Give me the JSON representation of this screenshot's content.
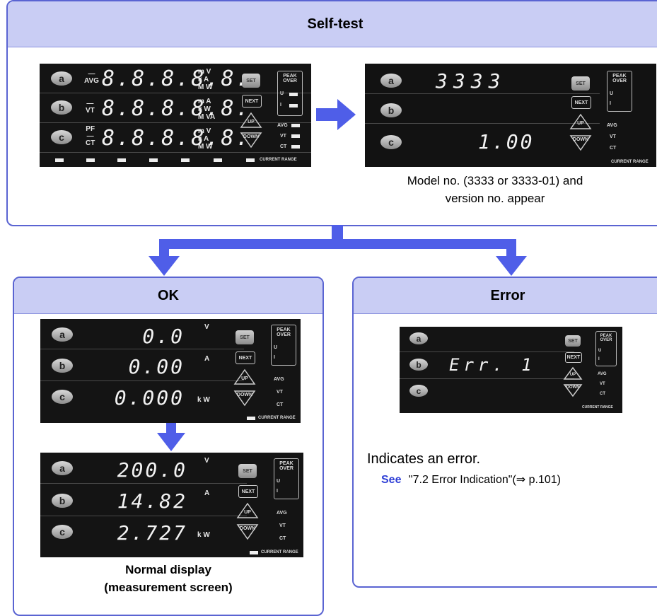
{
  "selftest": {
    "title": "Self-test",
    "caption_line1": "Model no. (3333 or 3333-01) and",
    "caption_line2": "version no. appear"
  },
  "ok": {
    "title": "OK",
    "caption_line1": "Normal display",
    "caption_line2": "(measurement screen)"
  },
  "error": {
    "title": "Error",
    "message": "Indicates an error.",
    "see_label": "See",
    "see_text": "\"7.2  Error Indication\"(⇒ p.101)"
  },
  "panels": {
    "channels": [
      "a",
      "b",
      "c"
    ],
    "buttons": {
      "set": "SET",
      "next": "NEXT",
      "up": "UP",
      "down": "DOWN"
    },
    "peak_over": [
      "PEAK",
      "OVER"
    ],
    "peak_ui": [
      "U",
      "I"
    ],
    "side_labels": [
      "AVG",
      "VT",
      "CT"
    ],
    "current_range": "CURRENT RANGE",
    "full": {
      "prefixes": [
        "—\nAVG",
        "—\nVT",
        "PF\n—\nCT"
      ],
      "displays": [
        "8.8.8.8.8.",
        "8.8.8.8.8.",
        "8.8.8.8.8."
      ],
      "units": [
        "m V\nk A\nM W",
        "m A\nk W\nM VA",
        "m V\nk A\nM W"
      ]
    },
    "model": {
      "displays": [
        "3333",
        "",
        "1.00"
      ]
    },
    "zero": {
      "displays": [
        "0.0",
        "0.00",
        "0.000"
      ],
      "units": [
        "V",
        "A",
        "k W"
      ]
    },
    "normal": {
      "displays": [
        "200.0",
        "14.82",
        "2.727"
      ],
      "units": [
        "V",
        "A",
        "k W"
      ]
    },
    "err": {
      "displays": [
        "",
        "Err.  1",
        ""
      ]
    }
  },
  "colors": {
    "box_border": "#5a64d2",
    "box_header": "#c9cdf4",
    "arrow": "#4f5ee8",
    "see": "#2f3fd6"
  }
}
